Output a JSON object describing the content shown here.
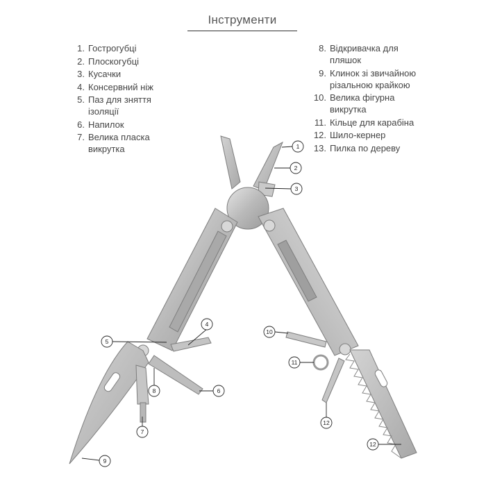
{
  "title": "Інструменти",
  "items_left": [
    {
      "num": "1.",
      "label": "Гострогубці"
    },
    {
      "num": "2.",
      "label": "Плоскогубці"
    },
    {
      "num": "3.",
      "label": "Кусачки"
    },
    {
      "num": "4.",
      "label": "Консервний ніж"
    },
    {
      "num": "5.",
      "label": "Паз для зняття ізоляції"
    },
    {
      "num": "6.",
      "label": "Напилок"
    },
    {
      "num": "7.",
      "label": "Велика пласка викрутка"
    }
  ],
  "items_right": [
    {
      "num": "8.",
      "label": "Відкривачка для пляшок"
    },
    {
      "num": "9.",
      "label": "Клинок зі звичайною різальною крайкою"
    },
    {
      "num": "10.",
      "label": "Велика фігурна викрутка"
    },
    {
      "num": "11.",
      "label": "Кільце для карабіна"
    },
    {
      "num": "12.",
      "label": "Шило-кернер"
    },
    {
      "num": "13.",
      "label": "Пилка по дереву"
    }
  ],
  "callouts": [
    "1",
    "2",
    "3",
    "4",
    "5",
    "6",
    "7",
    "8",
    "9",
    "10",
    "11",
    "12",
    "12"
  ]
}
